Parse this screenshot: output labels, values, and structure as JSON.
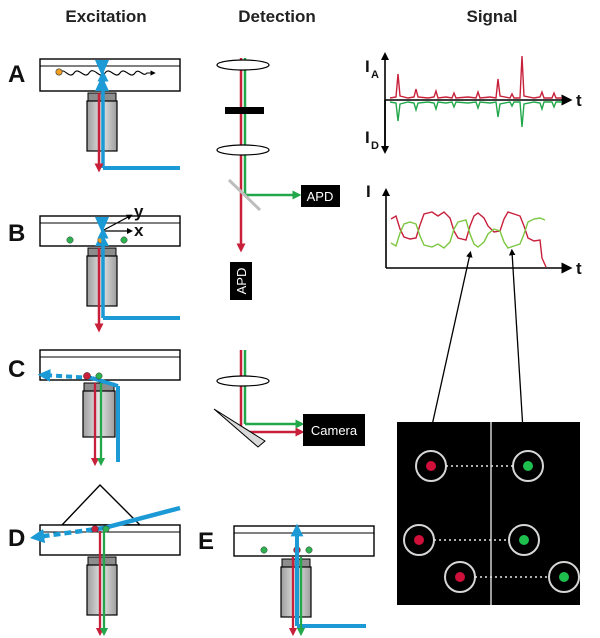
{
  "headers": {
    "excitation": "Excitation",
    "detection": "Detection",
    "signal": "Signal"
  },
  "panels": {
    "a": "A",
    "b": "B",
    "c": "C",
    "d": "D",
    "e": "E"
  },
  "detectors": {
    "apd_green": "APD",
    "apd_red": "APD",
    "camera": "Camera"
  },
  "coords": {
    "y": "y",
    "x": "x"
  },
  "signal_axes": {
    "ia_main": "I",
    "ia_sub": "A",
    "id_main": "I",
    "id_sub": "D",
    "i_main": "I",
    "time_top": "t",
    "time_mid": "t"
  },
  "colors": {
    "blue": "#1b9ad6",
    "red": "#c8203b",
    "green": "#22a84a",
    "black": "#000000",
    "grey": "#bdbdbd"
  }
}
